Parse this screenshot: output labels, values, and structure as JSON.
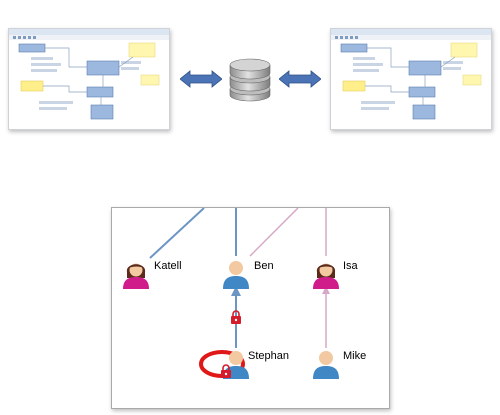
{
  "colors": {
    "line_blue": "#6b95c4",
    "line_pink": "#d7a8c6",
    "highlight_red": "#e01818",
    "lock_red": "#d61c2a",
    "arrow_blue": "#4a74b6"
  },
  "sync": {
    "left_diagram_icon": "diagram-screenshot-icon",
    "right_diagram_icon": "diagram-screenshot-icon",
    "database_icon": "database-icon",
    "arrow_icon": "double-arrow-icon"
  },
  "people": {
    "katell": {
      "name": "Katell",
      "icon": "female-user-icon"
    },
    "ben": {
      "name": "Ben",
      "icon": "male-user-icon"
    },
    "isa": {
      "name": "Isa",
      "icon": "female-user-icon"
    },
    "stephan": {
      "name": "Stephan",
      "icon": "male-user-icon"
    },
    "mike": {
      "name": "Mike",
      "icon": "male-user-icon"
    }
  }
}
